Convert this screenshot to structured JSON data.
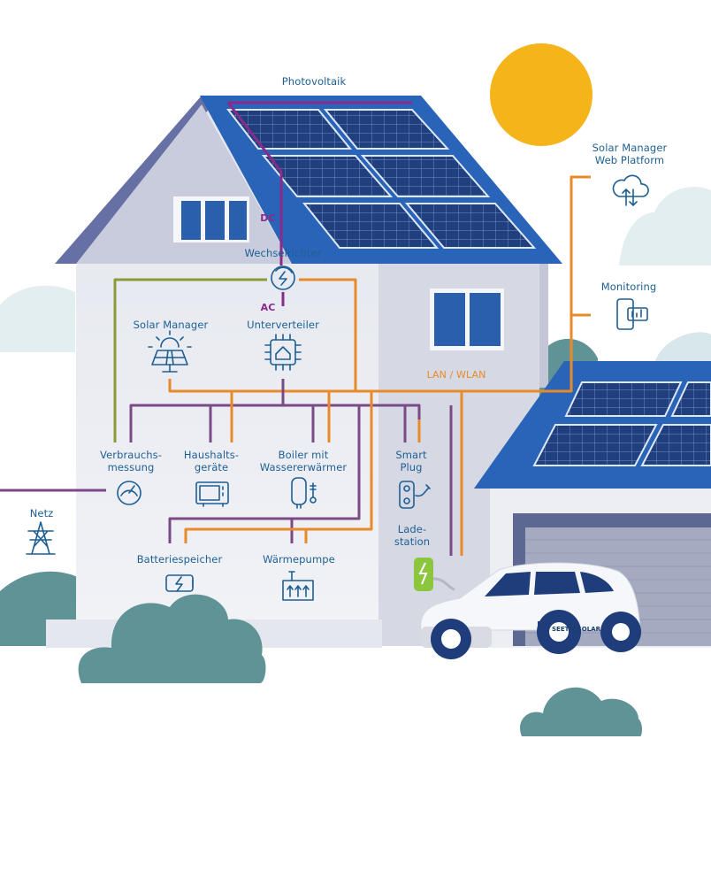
{
  "labels": {
    "photovoltaik": "Photovoltaik",
    "dc": "DC",
    "ac": "AC",
    "wechselrichter": "Wechselrichter",
    "solar_manager": "Solar Manager",
    "unterverteiler": "Unterverteiler",
    "web_platform_line1": "Solar Manager",
    "web_platform_line2": "Web Platform",
    "monitoring": "Monitoring",
    "lan_wlan": "LAN / WLAN",
    "verbrauchsmessung_line1": "Verbrauchs-",
    "verbrauchsmessung_line2": "messung",
    "haushaltsgeraete_line1": "Haushalts-",
    "haushaltsgeraete_line2": "geräte",
    "boiler_line1": "Boiler mit",
    "boiler_line2": "Wassererwärmer",
    "smart_plug_line1": "Smart",
    "smart_plug_line2": "Plug",
    "ladestation_line1": "Lade-",
    "ladestation_line2": "station",
    "netz": "Netz",
    "batteriespeicher": "Batteriespeicher",
    "waermepumpe": "Wärmepumpe"
  },
  "car_brand": "SEETALSOLAR",
  "colors": {
    "purple_dc": "#8a2a8a",
    "orange_lan": "#e88a2a",
    "olive_measure": "#8c9a3a",
    "consumer_bus": "#7a4a86",
    "icon_blue": "#1d5f93",
    "sun": "#f4b41a",
    "roof": "#2a64b8",
    "panel": "#1e3d7a",
    "cloud": "#5f9396"
  },
  "icons": [
    "inverter-icon",
    "solar-manager-icon",
    "distribution-icon",
    "cloud-upload-icon",
    "monitoring-icon",
    "meter-icon",
    "microwave-icon",
    "boiler-icon",
    "smart-plug-icon",
    "pylon-icon",
    "battery-icon",
    "heat-pump-icon",
    "charger-icon"
  ]
}
